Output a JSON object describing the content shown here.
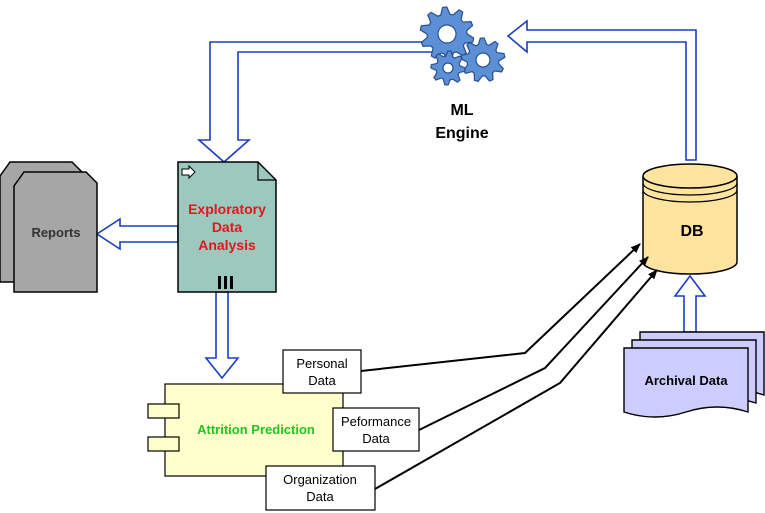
{
  "ml_engine": {
    "line1": "ML",
    "line2": "Engine",
    "icon": "gears-icon"
  },
  "eda": {
    "line1": "Exploratory",
    "line2": "Data",
    "line3": "Analysis",
    "color": "#e8141c",
    "fill": "#9cc8bd"
  },
  "reports": {
    "label": "Reports",
    "fill": "#a6a6a6"
  },
  "db": {
    "label": "DB",
    "fill": "#ffe4a0"
  },
  "archival": {
    "label": "Archival Data",
    "fill": "#ccccff"
  },
  "attrition": {
    "label": "Attrition Prediction",
    "color": "#22c422",
    "fill": "#ffffcc"
  },
  "personal": {
    "line1": "Personal",
    "line2": "Data"
  },
  "performance": {
    "line1": "Peformance",
    "line2": "Data"
  },
  "organization": {
    "line1": "Organization",
    "line2": "Data"
  },
  "colors": {
    "arrow_outline": "#1a3fbf",
    "gear": "#5b8fd6"
  }
}
